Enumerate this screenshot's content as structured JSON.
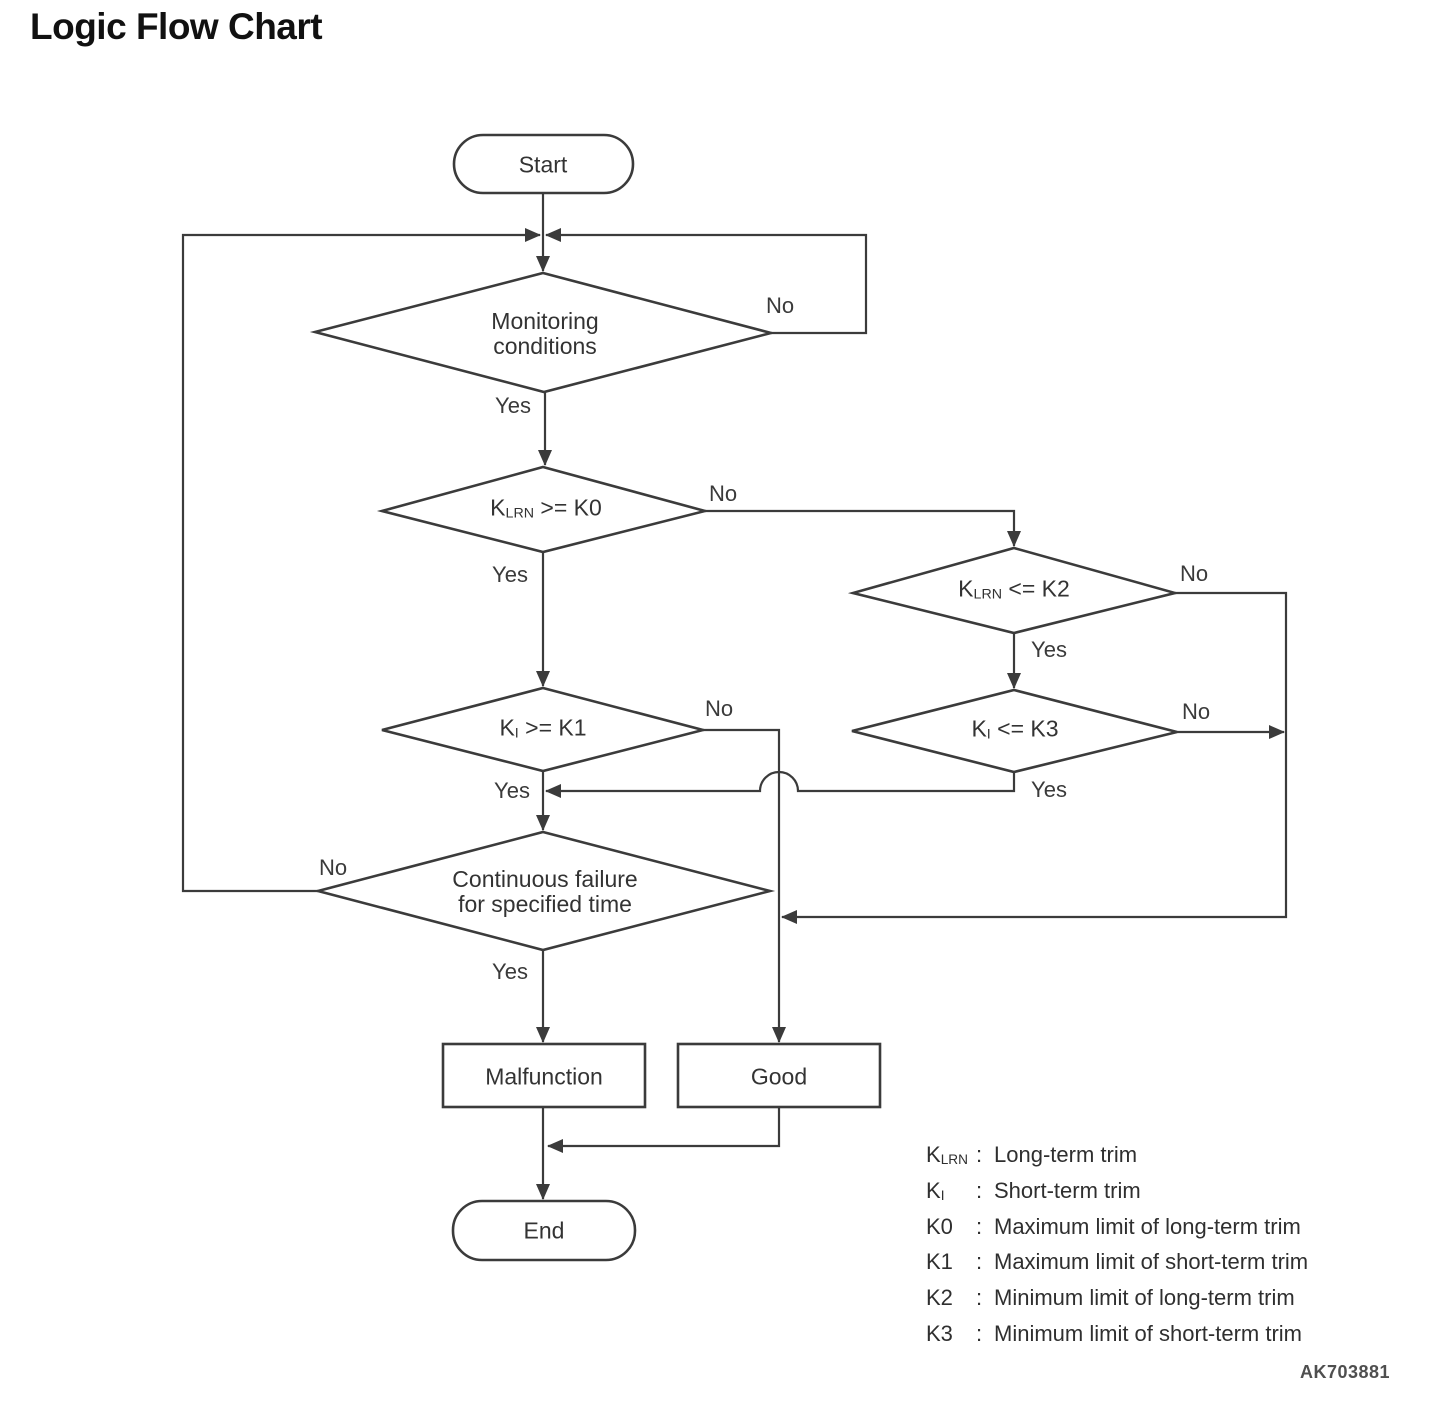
{
  "title": "Logic Flow Chart",
  "figure_code": "AK703881",
  "flow": {
    "nodes": {
      "start": {
        "label": "Start"
      },
      "monitoring": {
        "line1": "Monitoring",
        "line2": "conditions"
      },
      "k0": {
        "sym": "K",
        "sub": "LRN",
        "op": " >= K0"
      },
      "k2": {
        "sym": "K",
        "sub": "LRN",
        "op": " <= K2"
      },
      "k1": {
        "sym": "K",
        "sub": "I",
        "op": " >= K1"
      },
      "k3": {
        "sym": "K",
        "sub": "I",
        "op": " <= K3"
      },
      "continuous": {
        "line1": "Continuous failure",
        "line2": "for specified time"
      },
      "malfunction": {
        "label": "Malfunction"
      },
      "good": {
        "label": "Good"
      },
      "end": {
        "label": "End"
      }
    },
    "edge_labels": {
      "monitoring_no": "No",
      "monitoring_yes": "Yes",
      "k0_no": "No",
      "k0_yes": "Yes",
      "k2_no": "No",
      "k2_yes": "Yes",
      "k1_no": "No",
      "k1_yes": "Yes",
      "k3_no": "No",
      "k3_yes": "Yes",
      "continuous_no": "No",
      "continuous_yes": "Yes"
    }
  },
  "legend": {
    "rows": [
      {
        "sym": "K",
        "sub": "LRN",
        "sep": ":",
        "desc": "Long-term trim"
      },
      {
        "sym": "K",
        "sub": "I",
        "sep": ":",
        "desc": "Short-term trim"
      },
      {
        "sym": "K0",
        "sub": "",
        "sep": ":",
        "desc": "Maximum limit of long-term trim"
      },
      {
        "sym": "K1",
        "sub": "",
        "sep": ":",
        "desc": "Maximum limit of short-term trim"
      },
      {
        "sym": "K2",
        "sub": "",
        "sep": ":",
        "desc": "Minimum limit of long-term trim"
      },
      {
        "sym": "K3",
        "sub": "",
        "sep": ":",
        "desc": "Minimum limit of short-term trim"
      }
    ]
  },
  "style": {
    "line_color": "#3b3b3b",
    "text_color": "#333333",
    "background": "#ffffff"
  }
}
